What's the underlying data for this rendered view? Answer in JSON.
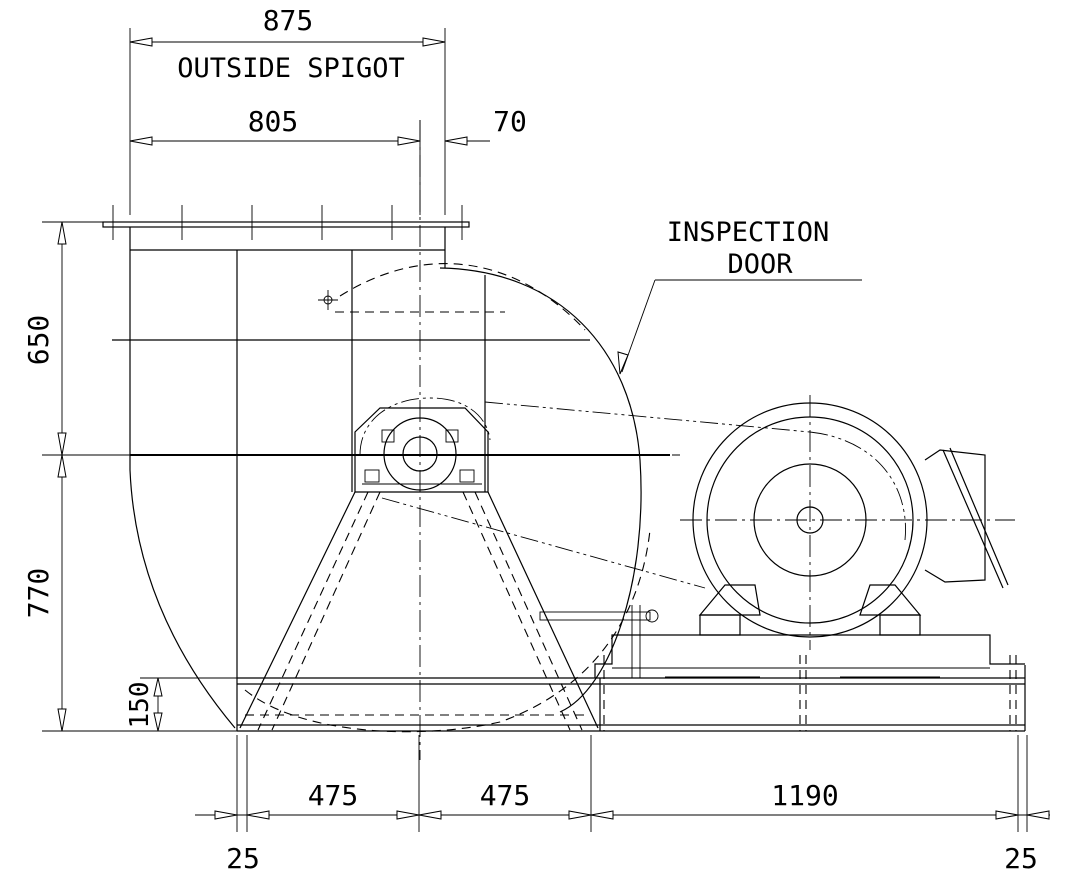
{
  "dimensions": {
    "outside_spigot_width": "875",
    "outside_spigot_label": "OUTSIDE SPIGOT",
    "inlet_width": "805",
    "flange": "70",
    "height_upper": "650",
    "height_lower": "770",
    "base_height": "150",
    "base_left": "475",
    "base_right": "475",
    "motor_base": "1190",
    "offset_left": "25",
    "offset_right": "25"
  },
  "labels": {
    "inspection_line1": "INSPECTION",
    "inspection_line2": "DOOR"
  }
}
